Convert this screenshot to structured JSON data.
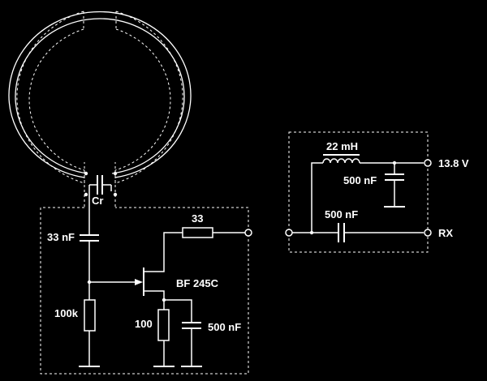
{
  "colors": {
    "background": "#000000",
    "foreground": "#ffffff"
  },
  "labels": {
    "loop_capacitor": "Cr",
    "coupling_capacitor": "33 nF",
    "gate_resistor": "100k",
    "drain_resistor": "33",
    "transistor": "BF 245C",
    "source_resistor": "100",
    "source_capacitor": "500 nF",
    "inductor": "22 mH",
    "filter_capacitor": "500 nF",
    "supply_voltage": "13.8 V",
    "output_capacitor": "500 nF",
    "output": "RX"
  }
}
